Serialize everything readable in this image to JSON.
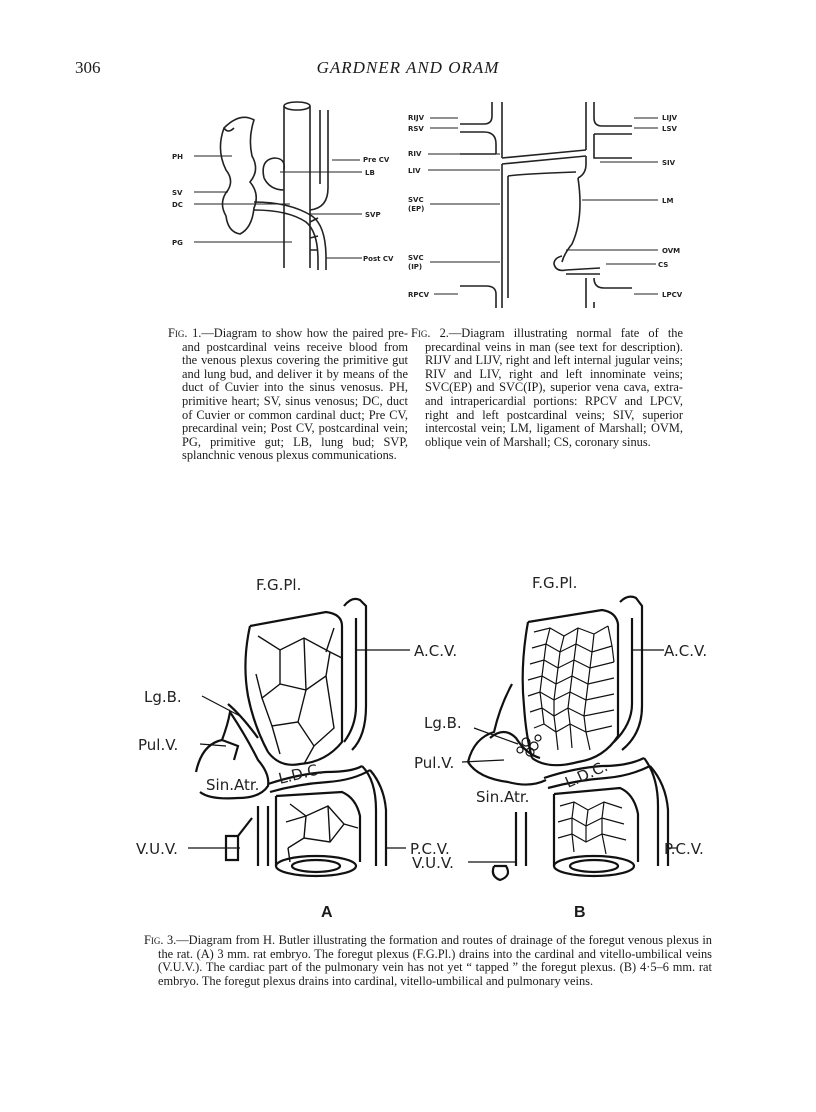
{
  "running_head": {
    "page_number": "306",
    "title": "GARDNER AND ORAM"
  },
  "figure1": {
    "labels": {
      "ph": "PH",
      "sv": "SV",
      "dc": "DC",
      "pg": "PG",
      "pre_cv": "Pre CV",
      "lb": "LB",
      "svp": "SVP",
      "post_cv": "Post CV"
    },
    "caption_label": "Fig. 1.",
    "caption_text": "—Diagram to show how the paired pre- and postcardinal veins receive blood from the venous plexus covering the primitive gut and lung bud, and deliver it by means of the duct of Cuvier into the sinus venosus. PH, primitive heart; SV, sinus venosus; DC, duct of Cuvier or common cardinal duct; Pre CV, precardinal vein; Post CV, postcardinal vein; PG, primitive gut; LB, lung bud; SVP, splanchnic venous plexus communications."
  },
  "figure2": {
    "labels": {
      "rijv": "RIJV",
      "rsv": "RSV",
      "riv": "RIV",
      "liv": "LIV",
      "svc_ep_1": "SVC",
      "svc_ep_2": "(EP)",
      "svc_ip_1": "SVC",
      "svc_ip_2": "(IP)",
      "rpcv": "RPCV",
      "lijv": "LIJV",
      "lsv": "LSV",
      "siv": "SIV",
      "lm": "LM",
      "ovm": "OVM",
      "cs": "CS",
      "lpcv": "LPCV"
    },
    "caption_label": "Fig. 2.",
    "caption_text": "—Diagram illustrating normal fate of the precardinal veins in man (see text for description). RIJV and LIJV, right and left internal jugular veins; RIV and LIV, right and left innominate veins; SVC(EP) and SVC(IP), superior vena cava, extra- and intrapericardial portions: RPCV and LPCV, right and left postcardinal veins; SIV, superior intercostal vein; LM, ligament of Marshall; OVM, oblique vein of Marshall; CS, coronary sinus."
  },
  "figure3": {
    "panel_a": {
      "letter": "A",
      "labels": {
        "fgpl": "F.G.Pl.",
        "acv": "A.C.V.",
        "lgb": "Lg.B.",
        "pulv": "Pul.V.",
        "sinatr": "Sin.Atr.",
        "ldc": "L.D.C.",
        "vuv": "V.U.V.",
        "pcv": "P.C.V."
      }
    },
    "panel_b": {
      "letter": "B",
      "labels": {
        "fgpl": "F.G.Pl.",
        "acv": "A.C.V.",
        "lgb": "Lg.B.",
        "pulv": "Pul.V.",
        "sinatr": "Sin.Atr.",
        "ldc": "L.D.C.",
        "pcv": "P.C.V.",
        "vuv": "V.U.V."
      }
    },
    "caption_label": "Fig. 3.",
    "caption_text": "—Diagram from H. Butler illustrating the formation and routes of drainage of the foregut venous plexus in the rat. (A) 3 mm. rat embryo. The foregut plexus (F.G.Pl.) drains into the cardinal and vitello-umbilical veins (V.U.V.). The cardiac part of the pulmonary vein has not yet “ tapped ” the foregut plexus. (B) 4·5–6 mm. rat embryo. The foregut plexus drains into cardinal, vitello-umbilical and pulmonary veins."
  }
}
